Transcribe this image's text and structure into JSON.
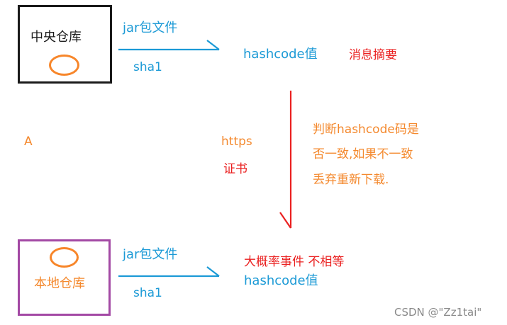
{
  "central_repo": {
    "label": "中央仓库"
  },
  "local_repo": {
    "label": "本地仓库"
  },
  "top_flow": {
    "jar_label": "jar包文件",
    "hash_algo": "sha1",
    "result": "hashcode值",
    "result_note": "消息摘要"
  },
  "middle": {
    "node_a": "A",
    "protocol": "https",
    "certificate": "证书",
    "check_lines": [
      "判断hashcode码是",
      "否一致,如果不一致",
      "丢弃重新下载."
    ]
  },
  "bottom_flow": {
    "jar_label": "jar包文件",
    "hash_algo": "sha1",
    "result_note": "大概率事件 不相等",
    "result": "hashcode值"
  },
  "watermark": "CSDN @\"Zz1tai\"",
  "colors": {
    "blue": "#1c9ad6",
    "red": "#ea2020",
    "orange": "#f4892e",
    "purple": "#a349a4"
  }
}
